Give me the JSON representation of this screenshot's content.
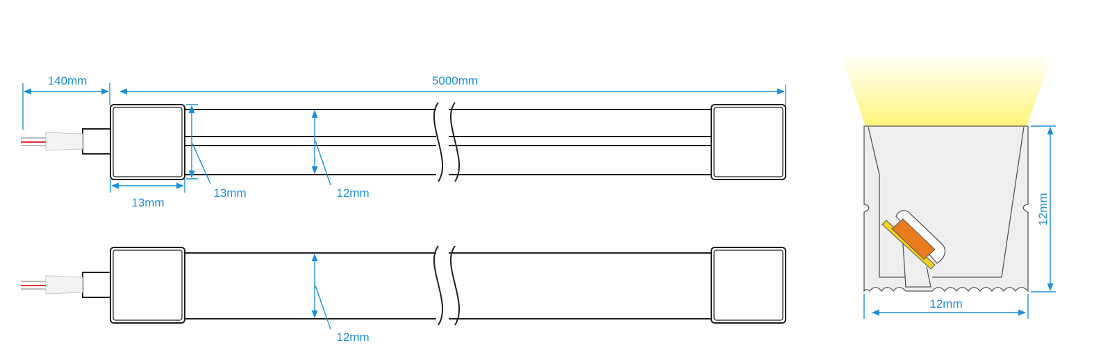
{
  "colors": {
    "dimension": "#1b8fd6",
    "outline": "#1e1e1e",
    "silicone_fill": "#eeeeee",
    "end_cap_fill": "#ffffff",
    "light_glow": "#fff47a",
    "led_chip": "#e87b1e",
    "pcb": "#f2d21b",
    "wire_red": "#e03030"
  },
  "dimensions": {
    "lead_length": "140mm",
    "strip_length": "5000mm",
    "end_cap_width": "13mm",
    "end_cap_height": "13mm",
    "strip_height_top": "12mm",
    "strip_height_bottom": "12mm",
    "profile_height": "12mm",
    "profile_width": "12mm"
  }
}
